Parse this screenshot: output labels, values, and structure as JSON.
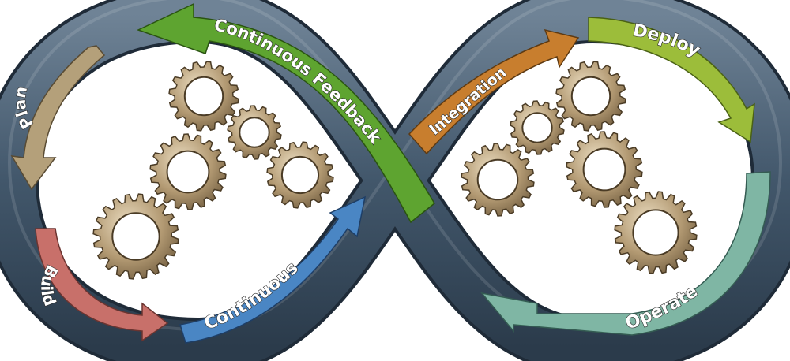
{
  "diagram": {
    "stages": [
      {
        "id": "plan",
        "label": "Plan",
        "color": "#b4a07a"
      },
      {
        "id": "build",
        "label": "Build",
        "color": "#c8706a"
      },
      {
        "id": "continuous",
        "label": "Continuous",
        "color": "#4a86c4"
      },
      {
        "id": "integration",
        "label": "Integration",
        "color": "#c87e2e"
      },
      {
        "id": "deploy",
        "label": "Deploy",
        "color": "#9cbd3a"
      },
      {
        "id": "operate",
        "label": "Operate",
        "color": "#7fb6a4"
      },
      {
        "id": "continuous-feedback",
        "label": "Continuous Feedback",
        "color": "#5ea430"
      }
    ],
    "band_color": "#3d5266",
    "gear_color": "#b39a73",
    "gear_icons": [
      "gear-icon",
      "gear-icon",
      "gear-icon",
      "gear-icon",
      "gear-icon",
      "gear-icon",
      "gear-icon",
      "gear-icon",
      "gear-icon",
      "gear-icon"
    ]
  }
}
